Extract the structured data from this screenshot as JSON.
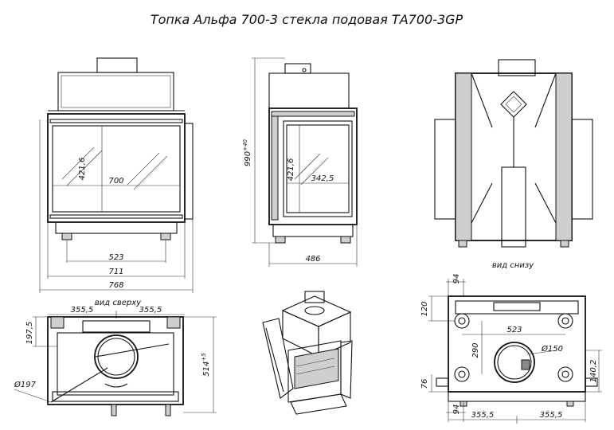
{
  "title": "Топка Альфа 700-3 стекла подовая ТА700-3GP",
  "captions": {
    "top_view": "вид сверху",
    "bottom_view": "вид снизу"
  },
  "front_view": {
    "glass_height": "421,6",
    "glass_width": "700",
    "legs": "523",
    "body": "711",
    "overall": "768"
  },
  "side_view": {
    "height": "990",
    "height_tol": "+40",
    "glass_height": "421,6",
    "glass_depth": "342,5",
    "depth": "486"
  },
  "top_view": {
    "half_left": "355,5",
    "half_right": "355,5",
    "offset": "197,5",
    "flue_diameter": "Ø197",
    "depth": "514",
    "depth_tol": "+5"
  },
  "bottom_view": {
    "top_offset": "94",
    "left_dim": "120",
    "center": "523",
    "vertical": "290",
    "duct": "Ø150",
    "right_dim": "140,2",
    "left_bottom": "76",
    "bottom_offset": "94",
    "half_left": "355,5",
    "half_right": "355,5"
  }
}
